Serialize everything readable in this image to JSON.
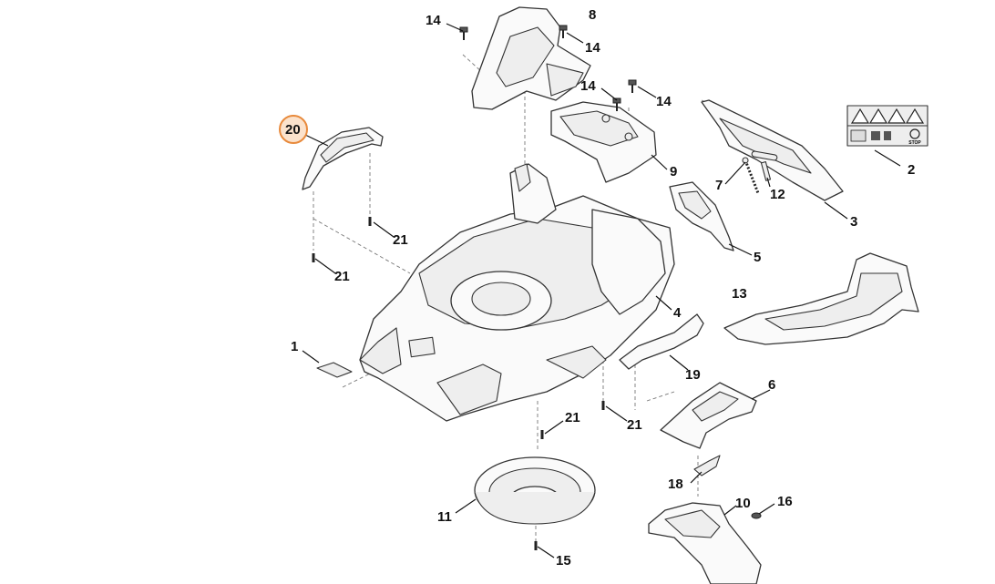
{
  "diagram": {
    "highlight_color": "#e88a3c",
    "selected_part": "20",
    "labels": {
      "p1": "1",
      "p2": "2",
      "p3": "3",
      "p4": "4",
      "p5": "5",
      "p6": "6",
      "p7": "7",
      "p8": "8",
      "p9": "9",
      "p10": "10",
      "p11": "11",
      "p12": "12",
      "p13": "13",
      "p14a": "14",
      "p14b": "14",
      "p14c": "14",
      "p14d": "14",
      "p15": "15",
      "p16": "16",
      "p18": "18",
      "p19": "19",
      "p20": "20",
      "p21a": "21",
      "p21b": "21",
      "p21c": "21",
      "p21d": "21"
    },
    "sticker_text": "STOP"
  }
}
